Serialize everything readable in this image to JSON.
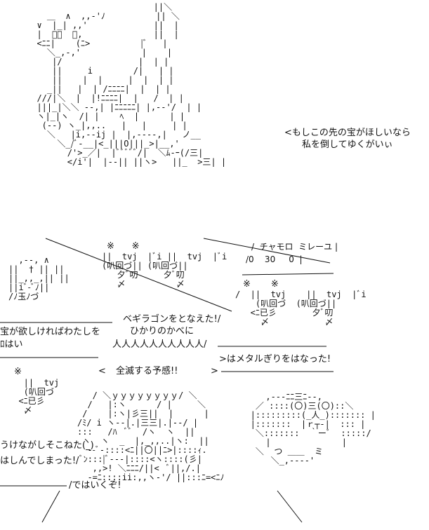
{
  "boss": {
    "speech": [
      "<もしこの先の宝がほしいなら",
      "私を倒してゆくがいぃ"
    ]
  },
  "status": {
    "header": "/  チャモロ  ミレーユ |",
    "values": "/0    30     0  |"
  },
  "hp_labels": {
    "left_hp": "※",
    "mid_hp": "※      ※",
    "right_hp": "※       ※"
  },
  "battle": {
    "spell_line1": "ベギラゴンをとなえた!/",
    "spell_line2": "ひかりのかべに",
    "chest_line": "宝が欲しければわたしを",
    "chest_line2": "ﾛはい",
    "doom": "全滅する予感!!",
    "metal": ">はメタルぎりをはなった!",
    "dead1": "うけながしそこねた(_)",
    "dead2": "はしんでしまった!/",
    "final": "/ではいくぞ!"
  },
  "aa": {
    "boss_art": [
      "                         ||＼",
      "    ＿  ∧  ,,-'ﾉ          || ＼",
      "  ∨  |_| ,,'             ||  |",
      "  |  ﾞﾞ  ﾞ,              ||  |",
      "  <ﾆﾆ|    (ﾆ>          |ﾞ   |",
      "    ＼_,-,'            |    |",
      "     |/               |  | |",
      "     ||     i        /|   | |",
      "     ||    |  |     |  |  | |",
      "    _||   |  | /ﾆﾆﾆﾆ|  |  | |",
      "  ///|＼  |  |!ﾆﾆﾆﾆ|  |   /  | |",
      "  |||_|＼＼ --,| |ﾆﾆﾆﾆﾆ| |,--'/  | |",
      "  ヽ|_|ヽ  /| |    ﾍ  |      | |",
      "   (--) ヽ_|,,..   |   |     | |",
      "    ＼   |i,--ij |  |,----,|   ノ__",
      "      ＼_/ﾞ-__|<_|||O|||_>|__,'  ",
      "        /'>_／|  |ﾞﾞﾞﾞﾞ/|  ＼ﾑ-ｰ(/三|",
      "        </i'|  |--|| ||ヽ>   ||_  >三| |"
    ],
    "left_hero": [
      "  ,--, ∧",
      "||  † || ||",
      "||_,,_,|| ||",
      "||iﾞ-ﾞﾉ||",
      "/ﾉ玉ﾉづ"
    ],
    "mid_heroes": [
      "||  tvj  |ﾞi ||  tvj  |ﾞi",
      "(叭回づ|| (叭回づ||",
      "   夕ﾞ叨     夕ﾞ叨",
      "   〆          〆"
    ],
    "right_heroes": [
      "/  ||  tvj    ||  tvj  |ﾞi",
      "    (叭回づ  (叭回づ||",
      "   <ﾆ已彡       夕ﾞ叨",
      "     〆           〆"
    ],
    "lower_hero": [
      "   ||  tvj",
      "   (叭回づ",
      "  <ﾆ已彡",
      "   〆"
    ],
    "monster": [
      "      ,--‐ﾆﾆ三ﾆ-‐,",
      "    ／ ::::(〇)三(〇)::＼",
      "   |:::::::::(_人_)::::::: |",
      "   |:::::::  |ｒ┬-|  ::: |",
      "    ＼:::::::  ｀ーﾞ  :::::/",
      "      |              |",
      "    ＼  つ ＿＿  ミ",
      "       ＼_,--‐‐'"
    ],
    "blast": [
      "   / ＼ｙｙｙｙｙｙｙｙ/ ＼",
      "  /   |:ヽ      / |     ＼",
      " /    |:ヽ|彡三||  |      |",
      "/ﾐ/ i ヽ--|.|三三|.|--/ |",
      ":::   /ﾊ  ﾞﾞ  /ヽ  ヽ  ||",
      " ヽ  ヽ  _  |,_,,..|ヽ:  ||",
      "  --ﾞ-::::<ﾆ||〇||ﾆ>|::::ｨ.",
      " ﾞﾝ:::|ﾞ---|::::<ヽ::::(彡|",
      "   ,,>! ＼ﾆﾆﾆ/||<  ﾞ||,/.|",
      "  -=ﾆ::::ii:,,ヽ-'/ ||:::ﾆ=<ﾆﾉ"
    ],
    "crowd": "人人人人人人人人人人/"
  }
}
